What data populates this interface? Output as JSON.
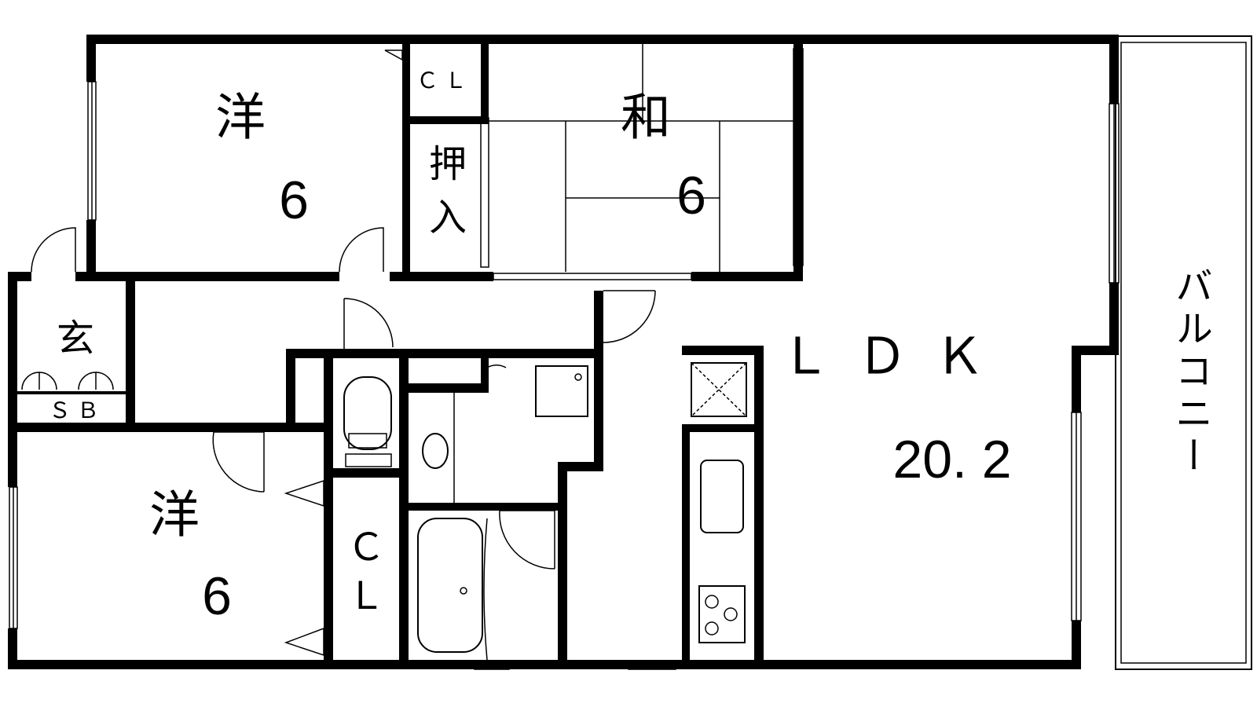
{
  "rooms": {
    "west_room_top": {
      "label": "洋",
      "size": "6"
    },
    "japanese_room": {
      "label": "和",
      "size": "6"
    },
    "west_room_bottom": {
      "label": "洋",
      "size": "6"
    },
    "ldk": {
      "label": "ＬＤＫ",
      "size": "20. 2"
    },
    "entrance": {
      "label": "玄"
    },
    "shoe_box": {
      "label": "ＳＢ"
    },
    "closet_top": {
      "label": "ＣＬ"
    },
    "closet_bottom": {
      "label_line1": "Ｃ",
      "label_line2": "Ｌ"
    },
    "oshiire": {
      "label_line1": "押",
      "label_line2": "入"
    },
    "balcony": {
      "label": "バルコニー"
    }
  }
}
